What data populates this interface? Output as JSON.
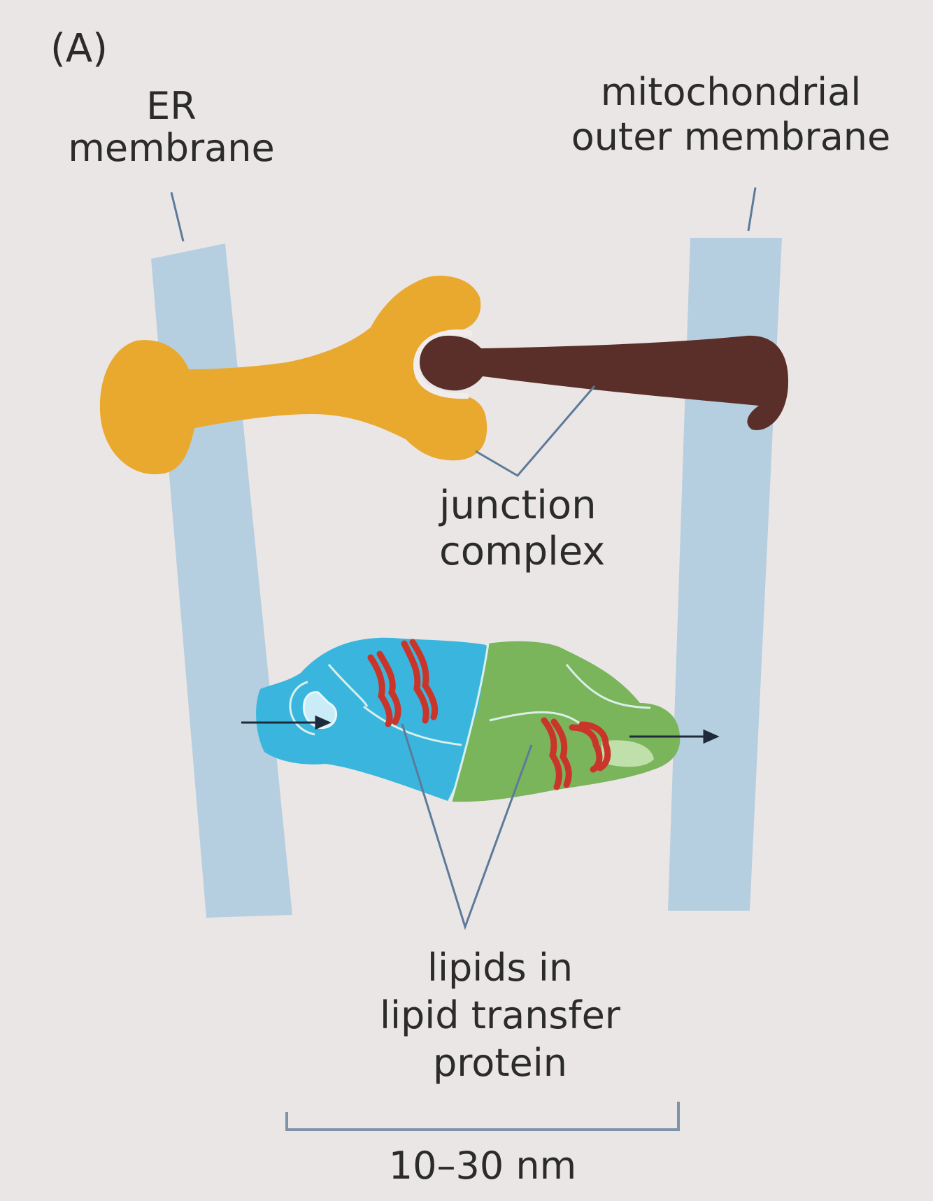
{
  "panel_label": "(A)",
  "labels": {
    "er_membrane": [
      "ER",
      "membrane"
    ],
    "mito_membrane": [
      "mitochondrial",
      "outer membrane"
    ],
    "junction_complex": [
      "junction",
      "complex"
    ],
    "lipids": [
      "lipids in",
      "lipid transfer",
      "protein"
    ],
    "scale": "10–30 nm"
  },
  "colors": {
    "background": "#ebe6e6",
    "membrane": "#b6cfe0",
    "er_protein": "#e9a92e",
    "mito_protein": "#5a2f2a",
    "transfer_protein_er_side": "#3ab6de",
    "transfer_protein_mito_side": "#7ab55b",
    "lipid": "#c9352a",
    "pointer_line": "#5c7a99"
  }
}
